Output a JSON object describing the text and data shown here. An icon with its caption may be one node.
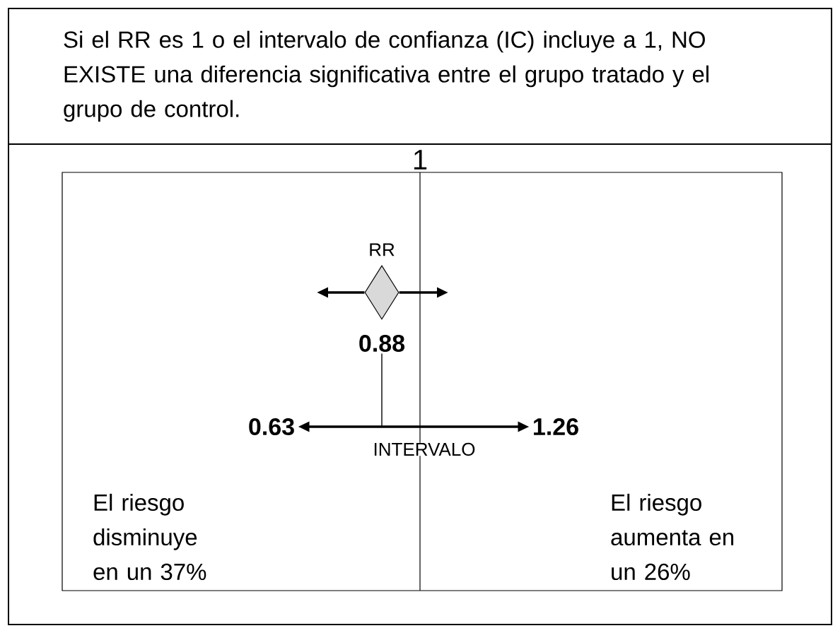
{
  "diagram": {
    "nodes": [
      {
        "text": [
          "Si el RR es 1 o el intervalo de confianza (IC) incluye a 1, NO EXISTE una diferencia significativa entre el grupo tratado y el grupo de control."
        ]
      },
      {
        "text": [],
        "shape": "diamond",
        "beside": [
          "RR"
        ]
      },
      {
        "text": [
          "0.88"
        ]
      },
      {
        "text": [
          "0.63"
        ]
      },
      {
        "text": [
          "1.26"
        ]
      }
    ],
    "edges": [
      {
        "from": 1,
        "to": null,
        "arrow": "to"
      },
      {
        "from": 1,
        "to": null,
        "arrow": "to"
      },
      {
        "from": 3,
        "to": 4,
        "arrow": "both"
      },
      {
        "from": 2,
        "to": null,
        "arrow": "none"
      }
    ],
    "labels": [
      "1",
      "INTERVALO",
      "El riesgo disminuye en un 37%",
      "El riesgo aumenta en un 26%"
    ]
  }
}
